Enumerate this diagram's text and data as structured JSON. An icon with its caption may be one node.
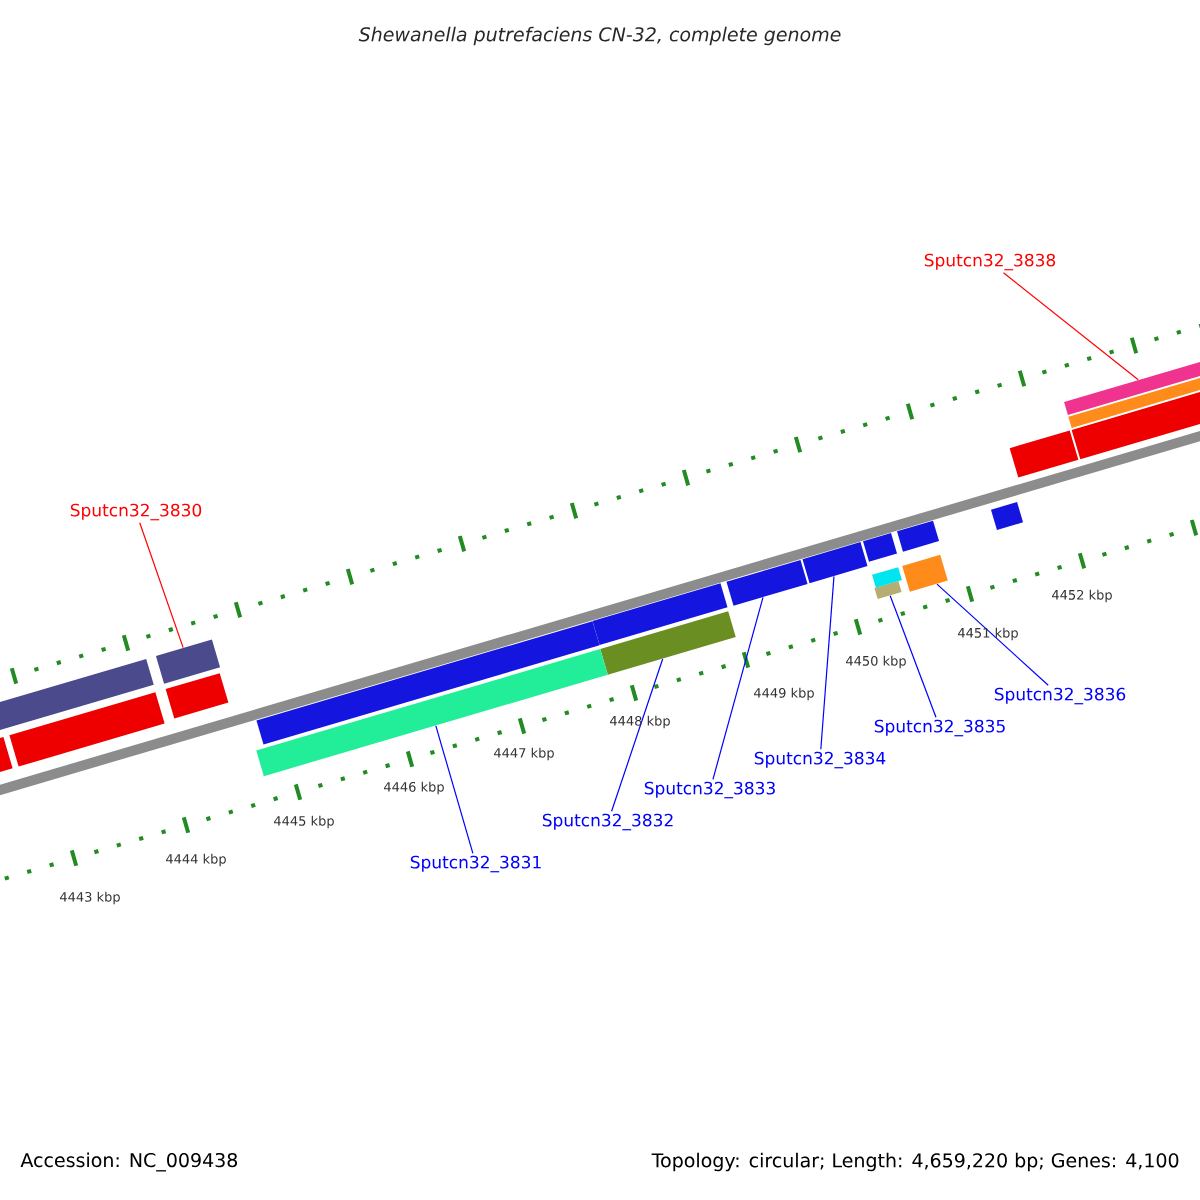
{
  "diagram": {
    "title": "Shewanella putrefaciens CN-32, complete genome",
    "nodes": [
      {
        "text": [
          "Sputcn32_3838"
        ]
      },
      {
        "text": [
          "Sputcn32_3830"
        ]
      },
      {
        "text": [
          "Sputcn32_3836"
        ]
      },
      {
        "text": [
          "Sputcn32_3835"
        ]
      },
      {
        "text": [
          "Sputcn32_3834"
        ]
      },
      {
        "text": [
          "Sputcn32_3833"
        ]
      },
      {
        "text": [
          "Sputcn32_3832"
        ]
      },
      {
        "text": [
          "Sputcn32_3831"
        ]
      },
      {
        "text": [],
        "shape": "bar"
      },
      {
        "text": [],
        "shape": "bar"
      },
      {
        "text": [],
        "shape": "bar"
      },
      {
        "text": [],
        "shape": "bar"
      },
      {
        "text": [],
        "shape": "bar"
      },
      {
        "text": [],
        "shape": "bar"
      },
      {
        "text": [],
        "shape": "bar"
      },
      {
        "text": [],
        "shape": "bar"
      },
      {
        "text": [],
        "shape": "bar"
      },
      {
        "text": [],
        "shape": "bar"
      },
      {
        "text": [],
        "shape": "bar"
      },
      {
        "text": [],
        "shape": "bar"
      },
      {
        "text": [],
        "shape": "bar"
      },
      {
        "text": [],
        "shape": "bar"
      },
      {
        "text": [],
        "shape": "bar"
      },
      {
        "text": [],
        "shape": "bar"
      },
      {
        "text": [],
        "shape": "bar"
      },
      {
        "text": [],
        "shape": "bar"
      },
      {
        "text": [],
        "shape": "bar"
      },
      {
        "text": [],
        "shape": "bar"
      },
      {
        "text": [],
        "shape": "bar"
      }
    ],
    "edges": [
      {
        "from": 0,
        "to": 8,
        "arrow": "none",
        "color": "#ff0000"
      },
      {
        "from": 1,
        "to": 9,
        "arrow": "none",
        "color": "#ff0000"
      },
      {
        "from": 2,
        "to": 10,
        "arrow": "none"
      },
      {
        "from": 3,
        "to": 11,
        "arrow": "none"
      },
      {
        "from": 4,
        "to": 12,
        "arrow": "none"
      },
      {
        "from": 5,
        "to": 13,
        "arrow": "none"
      },
      {
        "from": 6,
        "to": 14,
        "arrow": "none"
      },
      {
        "from": 7,
        "to": 15,
        "arrow": "none"
      }
    ],
    "labels": [
      "4452 kbp",
      "4451 kbp",
      "4450 kbp",
      "4449 kbp",
      "4448 kbp",
      "4447 kbp",
      "4446 kbp",
      "4445 kbp",
      "4444 kbp",
      "4443 kbp",
      "Accession: NC_009438",
      "Topology: circular; Length: 4,659,220 bp; Genes: 4,100"
    ]
  }
}
